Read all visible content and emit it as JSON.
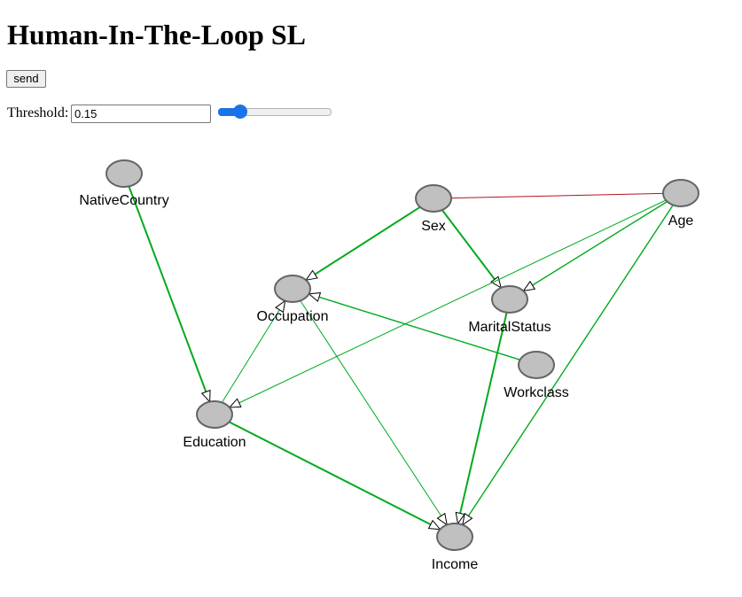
{
  "page_title": "Human-In-The-Loop SL",
  "send_label": "send",
  "threshold": {
    "label": "Threshold:",
    "value": "0.15",
    "slider_fraction": 0.15
  },
  "graph": {
    "node_fill": "#c0c0c0",
    "node_stroke": "#646464",
    "nodes": [
      {
        "id": "NativeCountry",
        "label": "NativeCountry"
      },
      {
        "id": "Sex",
        "label": "Sex"
      },
      {
        "id": "Age",
        "label": "Age"
      },
      {
        "id": "Occupation",
        "label": "Occupation"
      },
      {
        "id": "MaritalStatus",
        "label": "MaritalStatus"
      },
      {
        "id": "Workclass",
        "label": "Workclass"
      },
      {
        "id": "Education",
        "label": "Education"
      },
      {
        "id": "Income",
        "label": "Income"
      }
    ],
    "edges": [
      {
        "from": "NativeCountry",
        "to": "Education",
        "directed": true,
        "color": "#00aa1e",
        "strength": "strong"
      },
      {
        "from": "Sex",
        "to": "Age",
        "directed": false,
        "color": "#b4141e",
        "strength": "weak"
      },
      {
        "from": "Sex",
        "to": "Occupation",
        "directed": true,
        "color": "#00aa1e",
        "strength": "strong"
      },
      {
        "from": "Sex",
        "to": "MaritalStatus",
        "directed": true,
        "color": "#00aa1e",
        "strength": "strong"
      },
      {
        "from": "Age",
        "to": "MaritalStatus",
        "directed": true,
        "color": "#00aa1e",
        "strength": "medium"
      },
      {
        "from": "Age",
        "to": "Education",
        "directed": true,
        "color": "#00aa1e",
        "strength": "weak"
      },
      {
        "from": "Age",
        "to": "Income",
        "directed": true,
        "color": "#00aa1e",
        "strength": "medium"
      },
      {
        "from": "Education",
        "to": "Occupation",
        "directed": true,
        "color": "#00aa1e",
        "strength": "weak"
      },
      {
        "from": "Workclass",
        "to": "Occupation",
        "directed": true,
        "color": "#00aa1e",
        "strength": "medium"
      },
      {
        "from": "Occupation",
        "to": "Income",
        "directed": true,
        "color": "#00aa1e",
        "strength": "weak"
      },
      {
        "from": "Education",
        "to": "Income",
        "directed": true,
        "color": "#00aa1e",
        "strength": "strong"
      },
      {
        "from": "MaritalStatus",
        "to": "Income",
        "directed": true,
        "color": "#00aa1e",
        "strength": "strong"
      }
    ]
  }
}
